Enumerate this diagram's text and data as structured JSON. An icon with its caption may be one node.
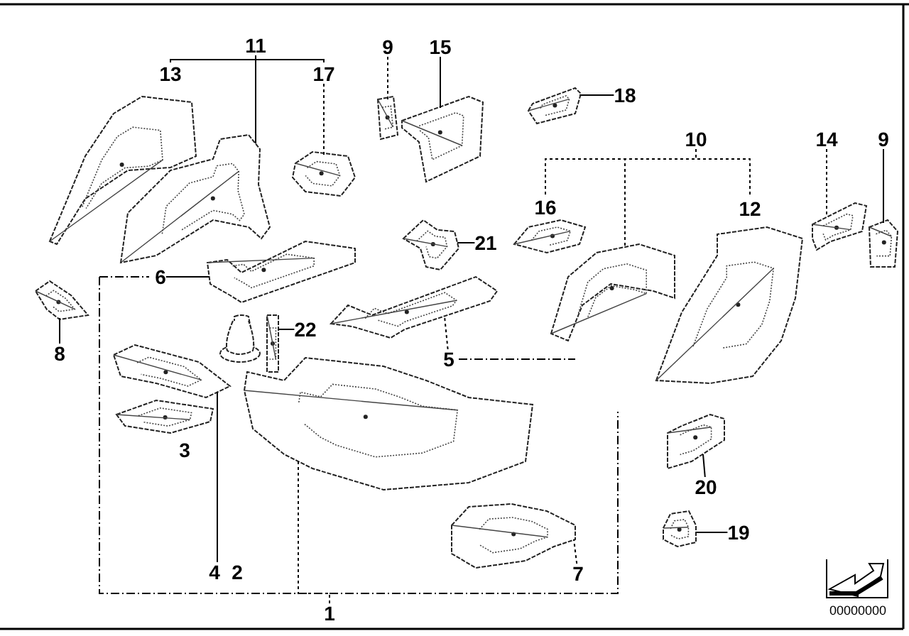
{
  "diagram": {
    "nodes": [
      {
        "text": [
          "11"
        ]
      },
      {
        "text": [
          "13"
        ]
      },
      {
        "text": [
          "17"
        ]
      },
      {
        "text": [
          "9"
        ]
      },
      {
        "text": [
          "15"
        ]
      },
      {
        "text": [
          "18"
        ]
      },
      {
        "text": [
          "10"
        ]
      },
      {
        "text": [
          "14"
        ]
      },
      {
        "text": [
          "9"
        ]
      },
      {
        "text": [
          "16"
        ]
      },
      {
        "text": [
          "12"
        ]
      },
      {
        "text": [
          "6"
        ]
      },
      {
        "text": [
          "21"
        ]
      },
      {
        "text": [
          "8"
        ]
      },
      {
        "text": [
          "22"
        ]
      },
      {
        "text": [
          "5"
        ]
      },
      {
        "text": [
          "3"
        ]
      },
      {
        "text": [
          "20"
        ]
      },
      {
        "text": [
          "19"
        ]
      },
      {
        "text": [
          "4"
        ]
      },
      {
        "text": [
          "2"
        ]
      },
      {
        "text": [
          "7"
        ]
      },
      {
        "text": [
          "1"
        ]
      },
      {
        "text": [],
        "shape": "picture"
      },
      {
        "text": [],
        "shape": "picture"
      },
      {
        "text": [],
        "shape": "picture"
      },
      {
        "text": [],
        "shape": "picture"
      },
      {
        "text": [],
        "shape": "picture"
      },
      {
        "text": [],
        "shape": "picture"
      },
      {
        "text": [],
        "shape": "picture"
      },
      {
        "text": [],
        "shape": "picture"
      },
      {
        "text": [],
        "shape": "picture"
      },
      {
        "text": [],
        "shape": "picture"
      },
      {
        "text": [],
        "shape": "picture"
      },
      {
        "text": [],
        "shape": "picture"
      },
      {
        "text": [],
        "shape": "picture"
      },
      {
        "text": [],
        "shape": "picture"
      },
      {
        "text": [],
        "shape": "picture"
      },
      {
        "text": [],
        "shape": "picture"
      },
      {
        "text": [],
        "shape": "picture"
      },
      {
        "text": [],
        "shape": "picture"
      }
    ],
    "edges": [
      {
        "from": 0,
        "to": 23,
        "arrow": "none"
      },
      {
        "from": 2,
        "to": 24,
        "arrow": "none",
        "style": "dashed"
      },
      {
        "from": 3,
        "to": 25,
        "arrow": "none",
        "style": "dashed"
      },
      {
        "from": 4,
        "to": 26,
        "arrow": "none"
      },
      {
        "from": 5,
        "to": 27,
        "arrow": "none"
      },
      {
        "from": 6,
        "to": 28,
        "arrow": "none",
        "style": "dashed"
      },
      {
        "from": 7,
        "to": 29,
        "arrow": "none",
        "style": "dashed"
      },
      {
        "from": 8,
        "to": 30,
        "arrow": "none"
      },
      {
        "from": 11,
        "to": 31,
        "arrow": "none"
      },
      {
        "from": 12,
        "to": 32,
        "arrow": "none"
      },
      {
        "from": 13,
        "to": 33,
        "arrow": "none"
      },
      {
        "from": 14,
        "to": 34,
        "arrow": "none"
      },
      {
        "from": 15,
        "to": 35,
        "arrow": "none",
        "style": "dashed"
      },
      {
        "from": 19,
        "to": 36,
        "arrow": "none"
      },
      {
        "from": 21,
        "to": 40,
        "arrow": "none",
        "style": "dashed"
      },
      {
        "from": 22,
        "to": 37,
        "arrow": "none",
        "style": "dashed"
      },
      {
        "from": 17,
        "to": 38,
        "arrow": "none"
      },
      {
        "from": 18,
        "to": 39,
        "arrow": "none"
      }
    ],
    "labels": [
      "00000000"
    ]
  }
}
